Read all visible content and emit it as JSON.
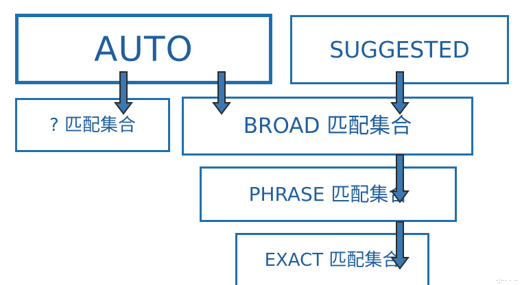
{
  "colors": {
    "border": "#1f6fb0",
    "text": "#1f5f9e",
    "arrow_fill": "#3b77b0",
    "arrow_stroke": "#2b2b2b"
  },
  "nodes": {
    "auto": "AUTO",
    "suggested": "SUGGESTED",
    "unknown": "? 匹配集合",
    "broad": "BROAD 匹配集合",
    "phrase": "PHRASE 匹配集合",
    "exact": "EXACT 匹配集合"
  },
  "edges": [
    {
      "from": "AUTO",
      "to": "? 匹配集合"
    },
    {
      "from": "AUTO",
      "to": "BROAD 匹配集合"
    },
    {
      "from": "SUGGESTED",
      "to": "BROAD 匹配集合"
    },
    {
      "from": "BROAD 匹配集合",
      "to": "PHRASE 匹配集合"
    },
    {
      "from": "PHRASE 匹配集合",
      "to": "EXACT 匹配集合"
    }
  ]
}
